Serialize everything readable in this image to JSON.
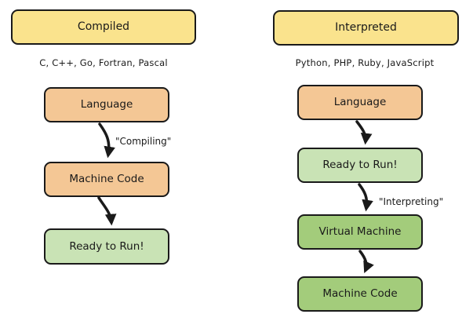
{
  "columns": [
    {
      "title": "Compiled",
      "languages": "C, C++, Go, Fortran, Pascal",
      "edge_label": "\"Compiling\"",
      "nodes": [
        {
          "label": "Language"
        },
        {
          "label": "Machine Code"
        },
        {
          "label": "Ready to Run!"
        }
      ]
    },
    {
      "title": "Interpreted",
      "languages": "Python, PHP, Ruby, JavaScript",
      "edge_label": "\"Interpreting\"",
      "nodes": [
        {
          "label": "Language"
        },
        {
          "label": "Ready to Run!"
        },
        {
          "label": "Virtual Machine"
        },
        {
          "label": "Machine Code"
        }
      ]
    }
  ],
  "colors": {
    "header_fill": "#fae38d",
    "compile_step_fill": "#f4c795",
    "ready_fill": "#c9e3b5",
    "interpret_step_fill": "#a3cc7b",
    "border": "#1a1a1a",
    "background": "#ffffff"
  }
}
